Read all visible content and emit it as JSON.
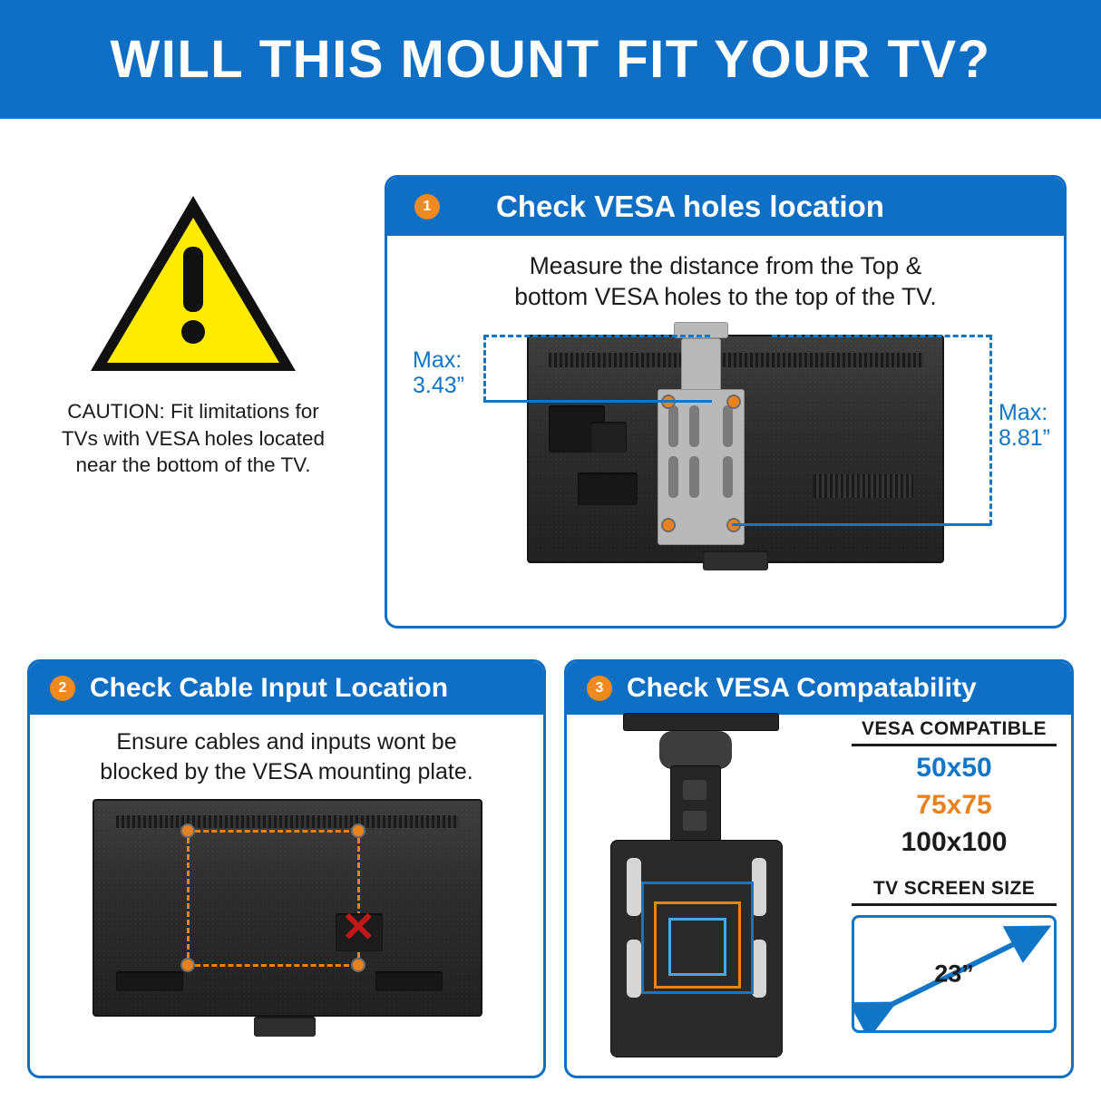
{
  "header": {
    "title": "WILL THIS MOUNT FIT YOUR TV?"
  },
  "caution": {
    "icon": "warning-triangle-icon",
    "text_line1": "CAUTION: Fit limitations for",
    "text_line2": "TVs with VESA holes located",
    "text_line3": "near the bottom of the TV."
  },
  "cards": [
    {
      "number": "1",
      "title": "Check VESA holes location",
      "body_line1": "Measure the distance from the Top &",
      "body_line2": "bottom VESA holes to the top of the TV.",
      "measurements": [
        {
          "label": "Max:",
          "value": "3.43”"
        },
        {
          "label": "Max:",
          "value": "8.81”"
        }
      ]
    },
    {
      "number": "2",
      "title": "Check Cable Input Location",
      "body_line1": "Ensure cables and inputs wont be",
      "body_line2": "blocked by the VESA mounting plate.",
      "marker": "✕"
    },
    {
      "number": "3",
      "title": "Check VESA Compatability",
      "vesa_heading": "VESA COMPATIBLE",
      "vesa_values": [
        "50x50",
        "75x75",
        "100x100"
      ],
      "screen_heading": "TV SCREEN SIZE",
      "screen_size": "23”"
    }
  ],
  "colors": {
    "brand_blue": "#0f6fc5",
    "accent_orange": "#e8821d",
    "light_blue": "#4aa8e0",
    "warning_yellow": "#ffeb00",
    "red": "#c01818"
  }
}
